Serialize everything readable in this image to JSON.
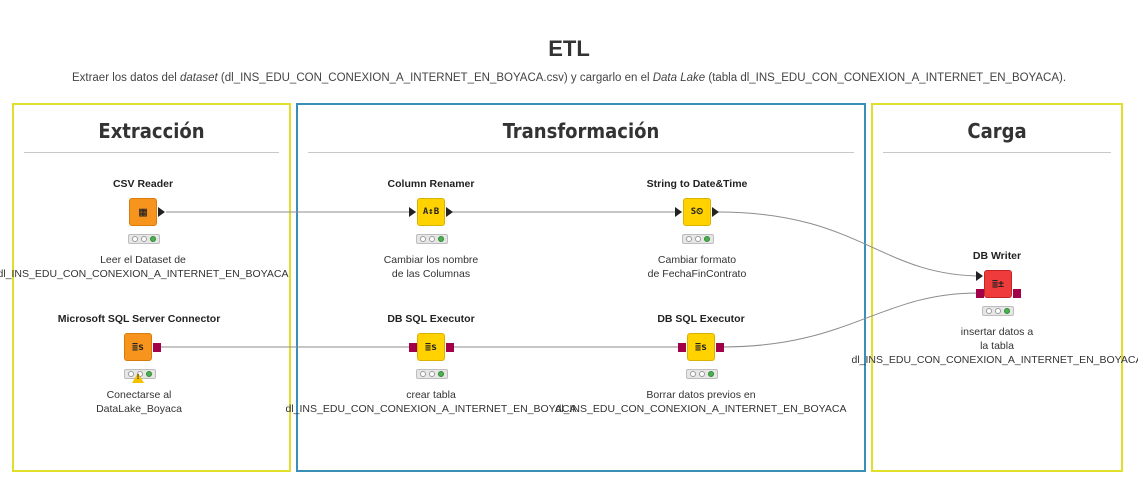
{
  "header": {
    "title": "ETL",
    "subtitle_parts": [
      {
        "text": "Extraer los datos del ",
        "italic": false
      },
      {
        "text": "dataset",
        "italic": true
      },
      {
        "text": " (dl_INS_EDU_CON_CONEXION_A_INTERNET_EN_BOYACA.csv) y cargarlo en el ",
        "italic": false
      },
      {
        "text": "Data Lake",
        "italic": true
      },
      {
        "text": " (tabla dl_INS_EDU_CON_CONEXION_A_INTERNET_EN_BOYACA).",
        "italic": false
      }
    ]
  },
  "sections": {
    "extraccion": {
      "title": "Extracción",
      "border_color": "#e2df2a"
    },
    "transformacion": {
      "title": "Transformación",
      "border_color": "#3a8fb7"
    },
    "carga": {
      "title": "Carga",
      "border_color": "#e2df2a"
    }
  },
  "nodes": {
    "csv_reader": {
      "title": "CSV Reader",
      "icon": "table-icon",
      "color": "#f7941d",
      "status": "executed",
      "desc_line1": "Leer el Dataset de",
      "desc_line2": "dl_INS_EDU_CON_CONEXION_A_INTERNET_EN_BOYACA"
    },
    "column_renamer": {
      "title": "Column Renamer",
      "icon": "rename-icon",
      "color": "#ffd200",
      "status": "executed",
      "desc_line1": "Cambiar los nombre",
      "desc_line2": "de las Columnas"
    },
    "string_to_datetime": {
      "title": "String to Date&Time",
      "icon": "clock-icon",
      "color": "#ffd200",
      "status": "executed",
      "desc_line1": "Cambiar formato",
      "desc_line2": "de FechaFinContrato"
    },
    "sql_connector": {
      "title": "Microsoft SQL Server Connector",
      "icon": "database-icon",
      "color": "#f7941d",
      "status": "warning",
      "desc_line1": "Conectarse al",
      "desc_line2": "DataLake_Boyaca"
    },
    "db_sql_executor_1": {
      "title": "DB SQL Executor",
      "icon": "sql-icon",
      "color": "#ffd200",
      "status": "executed",
      "desc_line1": "crear tabla",
      "desc_line2": "dl_INS_EDU_CON_CONEXION_A_INTERNET_EN_BOYACA"
    },
    "db_sql_executor_2": {
      "title": "DB SQL Executor",
      "icon": "sql-icon",
      "color": "#ffd200",
      "status": "executed",
      "desc_line1": "Borrar datos previos en",
      "desc_line2": "dl_INS_EDU_CON_CONEXION_A_INTERNET_EN_BOYACA"
    },
    "db_writer": {
      "title": "DB Writer",
      "icon": "db-write-icon",
      "color": "#ef3b3b",
      "status": "executed",
      "desc_line1": "insertar datos a",
      "desc_line2": "la tabla",
      "desc_line3": "dl_INS_EDU_CON_CONEXION_A_INTERNET_EN_BOYACA"
    }
  },
  "icon_glyphs": {
    "csv_reader": "▦",
    "column_renamer": "A↕B",
    "string_to_datetime": "S⏲",
    "sql_connector": "≣s",
    "db_sql_executor_1": "≣s",
    "db_sql_executor_2": "≣s",
    "db_writer": "≣±"
  },
  "colors": {
    "connection": "#8c8c8c",
    "db_port": "#a3004a",
    "data_port": "#222222",
    "status_green": "#4cb050",
    "warning": "#f2c100"
  }
}
